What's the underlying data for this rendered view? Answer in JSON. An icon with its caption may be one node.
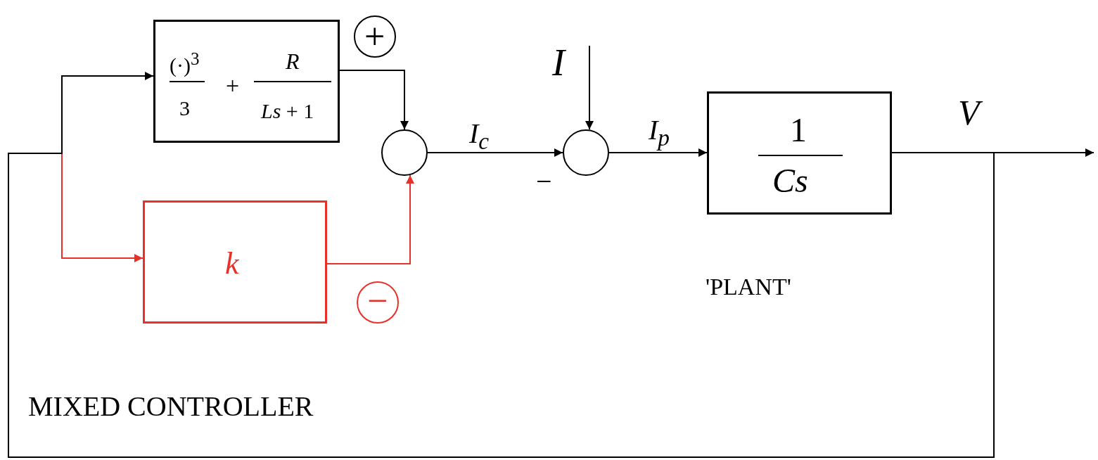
{
  "diagram": {
    "nodes": [
      {
        "text": [
          "(·)$^{3}$",
          "3",
          "+",
          "*R*",
          "*Ls* + 1"
        ]
      },
      {
        "text": [],
        "shape": "circle"
      },
      {
        "text": [],
        "shape": "circle"
      },
      {
        "text": [
          "1",
          "Cs"
        ],
        "beside": [
          "'PLANT'"
        ]
      },
      {
        "text": [
          "k"
        ]
      },
      {
        "text": [
          "+"
        ]
      },
      {
        "text": [
          "−"
        ]
      }
    ],
    "edges": [
      {
        "from": 3,
        "to": null,
        "arrow": "to"
      },
      {
        "from": 3,
        "to": 0,
        "arrow": "to"
      },
      {
        "from": 3,
        "to": 4,
        "arrow": "to",
        "color": "#e8302a"
      },
      {
        "from": 0,
        "to": 1,
        "arrow": "to"
      },
      {
        "from": 4,
        "to": 1,
        "arrow": "to",
        "color": "#e8302a"
      },
      {
        "from": 1,
        "to": 2,
        "arrow": "to"
      },
      {
        "from": null,
        "to": 2,
        "arrow": "to"
      },
      {
        "from": 2,
        "to": 3,
        "arrow": "to"
      }
    ],
    "labels": [
      "I",
      "I$_{c}$",
      "I$_{p}$",
      "V",
      "−",
      "MIXED CONTROLLER"
    ]
  }
}
